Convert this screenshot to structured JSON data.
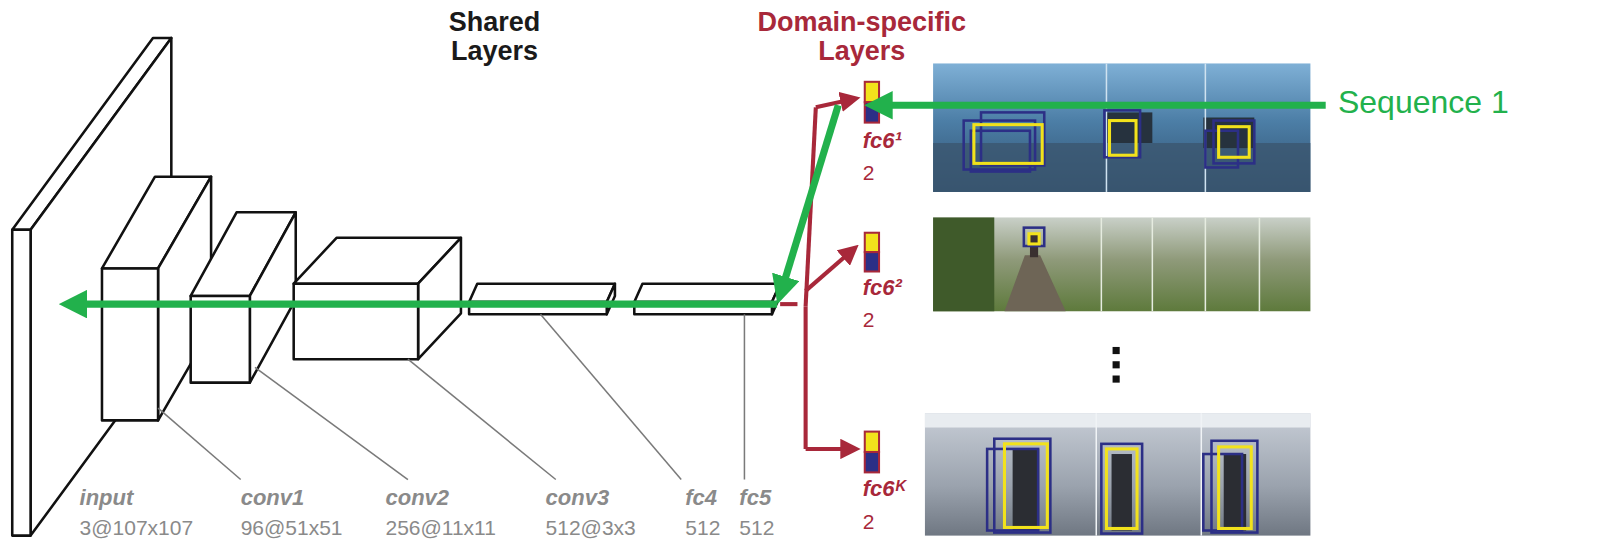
{
  "diagram": {
    "labels": [
      "Shared Layers",
      "Domain-specific Layers",
      "input",
      "3@107x107",
      "conv1",
      "96@51x51",
      "conv2",
      "256@11x11",
      "conv3",
      "512@3x3",
      "fc4",
      "512",
      "fc5",
      "512",
      "fc6¹",
      "2",
      "fc6²",
      "2",
      "fc6ᴷ",
      "2",
      "Sequence 1"
    ]
  }
}
